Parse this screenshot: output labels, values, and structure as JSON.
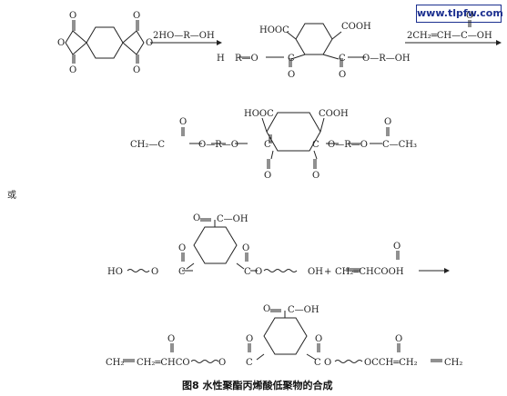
{
  "watermark": "www.tlpfw.com",
  "scheme_1": {
    "reagent_1": "2HO—R—OH",
    "reagent_2": "2CH₂═CH—C—OH",
    "intermediate_top_left": "HOOC",
    "intermediate_top_right": "COOH",
    "intermediate_chain_left": "R—O",
    "intermediate_chain_right": "O—R—OH",
    "intermediate_end_left": "H",
    "product_top_left": "HOOC",
    "product_top_right": "COOH",
    "product_left_end": "CH₂—C",
    "product_left_chain": "O—R—O",
    "product_right_chain": "O—R—O",
    "product_right_end": "C—CH₃"
  },
  "or_label": "或",
  "scheme_2": {
    "top_carboxyl": "C—OH",
    "reactant_left": "HO",
    "reactant_right": "OH",
    "plus": "+",
    "acrylic_acid": "CH₂═CHCOOH",
    "product_top_carboxyl": "C—OH",
    "product_left_end": "CH₂═CHCO",
    "product_right_end": "OCCH═CH₂"
  },
  "caption": "图8  水性聚酯丙烯酸低聚物的合成"
}
